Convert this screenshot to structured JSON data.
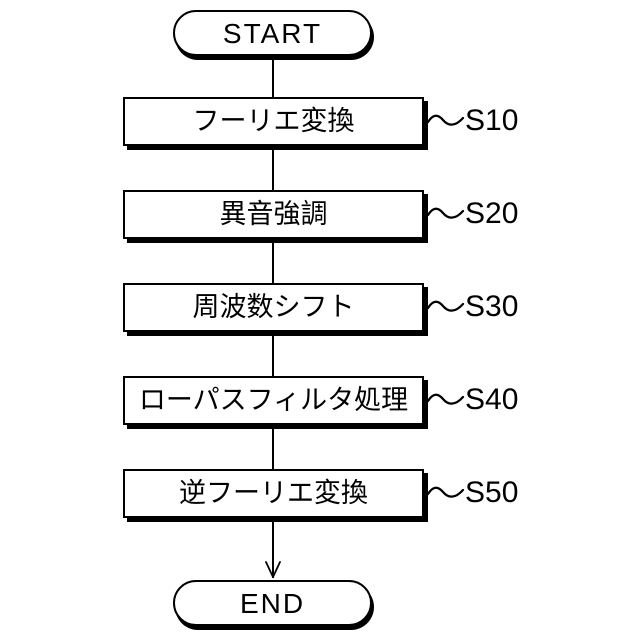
{
  "diagram": {
    "background": "#ffffff",
    "stroke_color": "#000000",
    "box_fill": "#ffffff",
    "terminals": {
      "start": "START",
      "end": "END"
    },
    "steps": [
      {
        "label": "フーリエ変換",
        "step_id": "S10"
      },
      {
        "label": "異音強調",
        "step_id": "S20"
      },
      {
        "label": "周波数シフト",
        "step_id": "S30"
      },
      {
        "label": "ローパスフィルタ処理",
        "step_id": "S40"
      },
      {
        "label": "逆フーリエ変換",
        "step_id": "S50"
      }
    ]
  }
}
